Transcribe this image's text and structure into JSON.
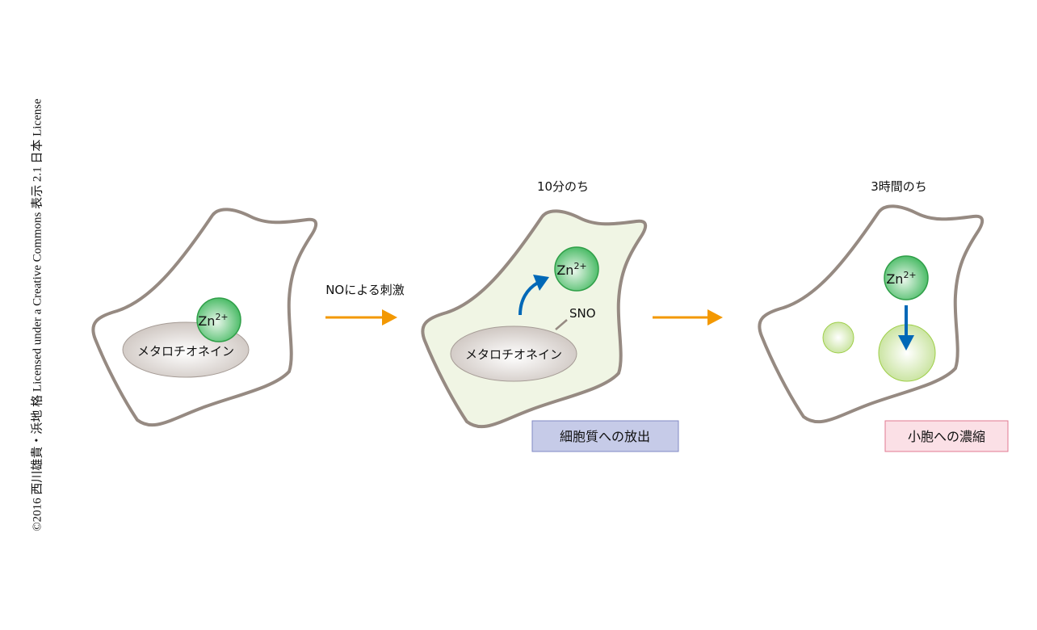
{
  "copyright": "©2016 西川雄貴・浜地 格 Licensed under a Creative Commons 表示 2.1 日本 License",
  "stimulus_label": "NOによる刺激",
  "time_labels": [
    "10分のち",
    "3時間のち"
  ],
  "protein_label": "メタロチオネイン",
  "zinc_label": "Zn",
  "zinc_charge": "2+",
  "sno_label": "SNO",
  "release_box": "細胞質への放出",
  "vesicle_box": "小胞への濃縮",
  "colors": {
    "cell_outline": "#968a82",
    "arrow": "#f39800",
    "blue_arrow": "#0068b7",
    "zinc": "#3fb55a",
    "cytoplasm": "#f0f5e4"
  }
}
